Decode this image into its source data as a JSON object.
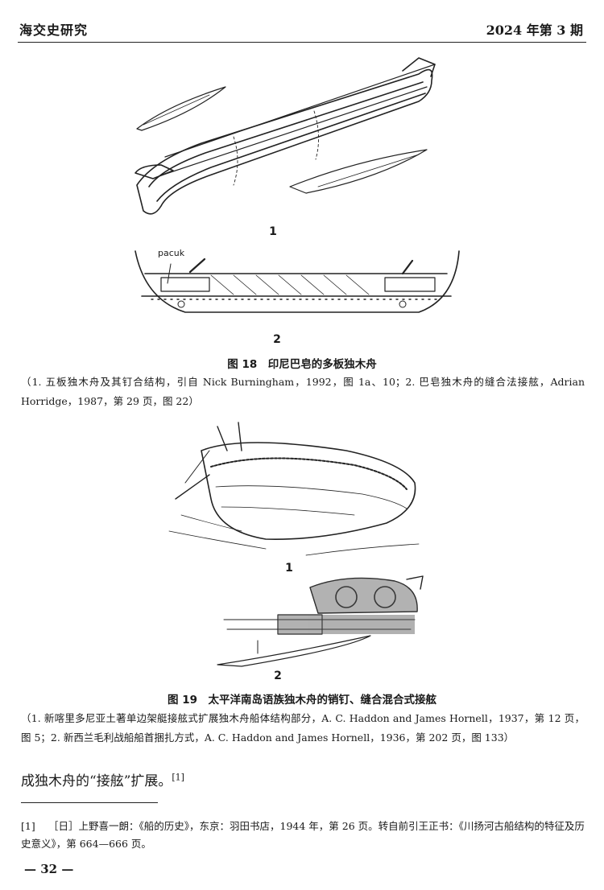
{
  "header": {
    "journal": "海交史研究",
    "issue": "2024 年第 3 期"
  },
  "figure18": {
    "label1": "1",
    "label2": "2",
    "pacuk": "pacuk",
    "caption": "图 18　印尼巴皂的多板独木舟",
    "source": "（1. 五板独木舟及其钉合结构，引自 Nick Burningham，1992，图 1a、10；2. 巴皂独木舟的缝合法接舷，Adrian Horridge，1987，第 29 页，图 22）"
  },
  "figure19": {
    "label1": "1",
    "label2": "2",
    "caption": "图 19　太平洋南岛语族独木舟的销钉、缝合混合式接舷",
    "source": "（1. 新喀里多尼亚土著单边架艇接舷式扩展独木舟船体结构部分，A. C. Haddon and James Hornell，1937，第 12 页，图 5；2. 新西兰毛利战船船首捆扎方式，A. C. Haddon and James Hornell，1936，第 202 页，图 133）"
  },
  "body": {
    "text": "成独木舟的“接舷”扩展。",
    "note_ref": "[1]"
  },
  "footnote": {
    "number": "[1]",
    "text": "［日］上野喜一朗：《船的历史》，东京：羽田书店，1944 年，第 26 页。转自前引王正书：《川扬河古船结构的特征及历史意义》，第 664—666 页。"
  },
  "page_number": "— 32 —"
}
